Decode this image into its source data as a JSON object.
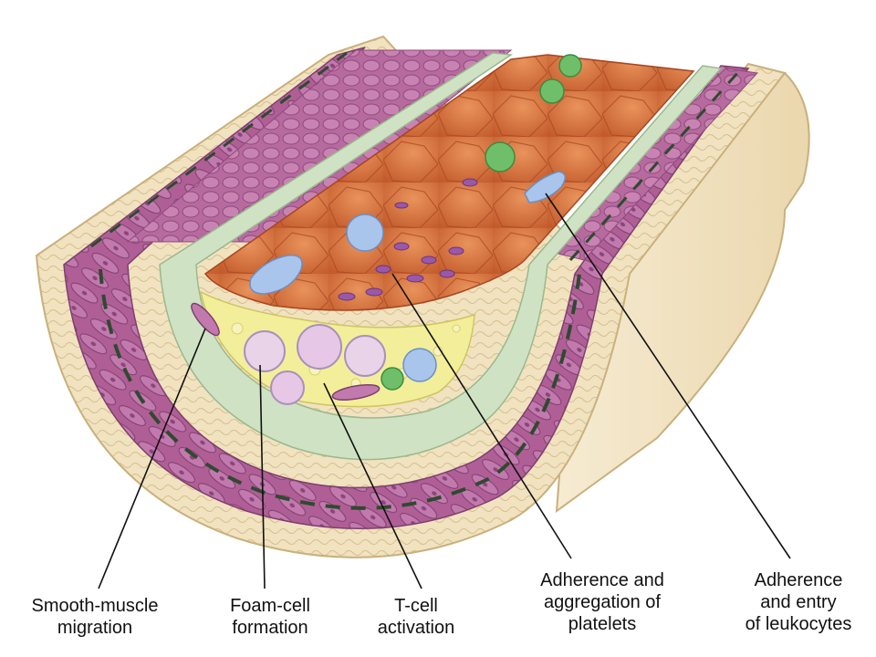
{
  "labels": {
    "smooth_muscle": [
      "Smooth-muscle",
      "migration"
    ],
    "foam_cell": [
      "Foam-cell",
      "formation"
    ],
    "t_cell": [
      "T-cell",
      "activation"
    ],
    "platelets": [
      "Adherence and",
      "aggregation of",
      "platelets"
    ],
    "leukocytes": [
      "Adherence",
      "and entry",
      "of leukocytes"
    ]
  },
  "colors": {
    "adventitia": "#f3e6c8",
    "media": "#b8679d",
    "intima": "#cfe3c4",
    "lumen": "#d9733e",
    "lipid": "#f3ee9a",
    "t_cell": "#6fbf6a",
    "leukocyte": "#a9c5ec",
    "platelet": "#9a58a8"
  }
}
